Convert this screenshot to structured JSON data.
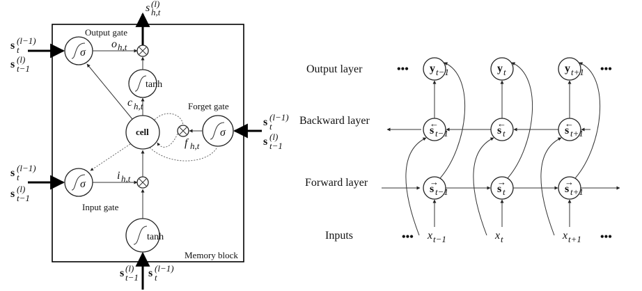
{
  "lstm": {
    "output_gate_label": "Output gate",
    "input_gate_label": "Input gate",
    "forget_gate_label": "Forget gate",
    "memory_block_label": "Memory block",
    "cell_label": "cell",
    "tanh_label": "tanh",
    "sigma": "σ",
    "s_bold": "s",
    "sub_t": "t",
    "sub_tm1": "t−1",
    "sup_lm1": "(l−1)",
    "sup_l": "(l)",
    "o_var": "o",
    "o_sub": "h,t",
    "i_var": "i",
    "i_sub": "h,t",
    "f_var": "f",
    "f_sub": "h,t",
    "c_var": "c",
    "c_sub": "h,t",
    "s_out_var": "s",
    "s_out_sub": "h,t",
    "s_out_sup": "(l)"
  },
  "brnn": {
    "output_layer": "Output layer",
    "backward_layer": "Backward layer",
    "forward_layer": "Forward layer",
    "inputs": "Inputs",
    "ellipsis": "•••",
    "y": "y",
    "s": "s",
    "x": "x",
    "arrow_left": "←",
    "arrow_right": "→",
    "subs": [
      "t−1",
      "t",
      "t+1"
    ]
  }
}
